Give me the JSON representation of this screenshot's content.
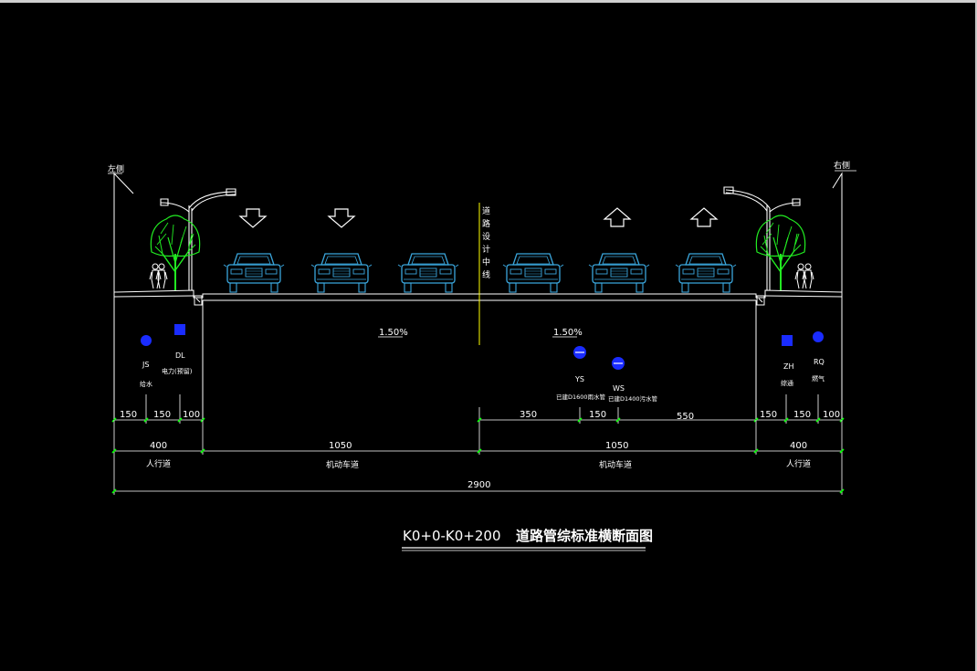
{
  "title": {
    "chainage": "K0+0-K0+200",
    "name": "道路管综标准横断面图"
  },
  "sides": {
    "left": "左侧",
    "right": "右侧"
  },
  "centerline": [
    "道",
    "路",
    "设",
    "计",
    "中",
    "线"
  ],
  "slopes": {
    "left": "1.50%",
    "right": "1.50%"
  },
  "pipes": {
    "js": {
      "code": "JS",
      "name": "给水"
    },
    "dl": {
      "code": "DL",
      "name": "电力(预留)"
    },
    "ys": {
      "code": "YS",
      "name": "已建D1600雨水管"
    },
    "ws": {
      "code": "WS",
      "name": "已建D1400污水管"
    },
    "zh": {
      "code": "ZH",
      "name": "综通"
    },
    "rq": {
      "code": "RQ",
      "name": "燃气"
    }
  },
  "dims": {
    "left_details": [
      "150",
      "150",
      "100"
    ],
    "middle_details": [
      "350",
      "150",
      "550"
    ],
    "right_details": [
      "150",
      "150",
      "100"
    ],
    "segments": [
      "400",
      "1050",
      "1050",
      "400"
    ],
    "total": "2900"
  },
  "labels": {
    "sidewalk_left": "人行道",
    "carriageway_left": "机动车道",
    "carriageway_right": "机动车道",
    "sidewalk_right": "人行道"
  },
  "colors": {
    "background": "#000000",
    "lines": "#ffffff",
    "dimensions": "#00ff00",
    "vehicles": "#3aa6dc",
    "trees": "#22ee22",
    "pipes": "#1a2cff",
    "centerline": "#ffff00"
  }
}
